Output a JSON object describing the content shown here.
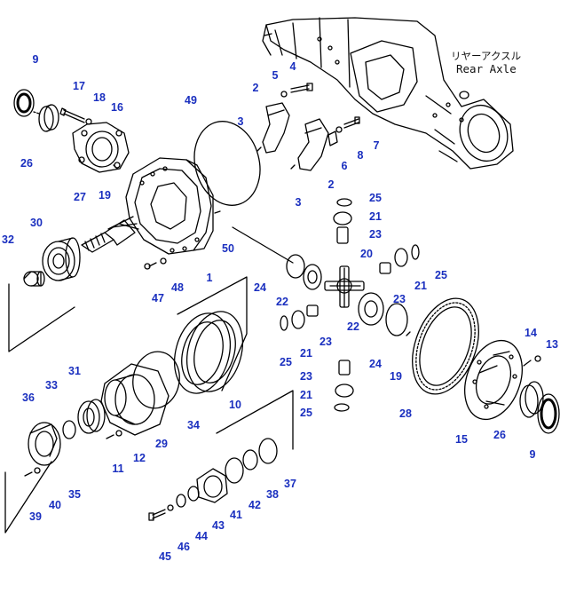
{
  "diagram": {
    "axle_label_jp": "リヤーアクスル",
    "axle_label_en": "Rear Axle",
    "ink_color": "#000000",
    "callout_color": "#1a2fbf",
    "callouts": [
      {
        "label": "9"
      },
      {
        "label": "26"
      },
      {
        "label": "17"
      },
      {
        "label": "18"
      },
      {
        "label": "16"
      },
      {
        "label": "19"
      },
      {
        "label": "27"
      },
      {
        "label": "30"
      },
      {
        "label": "32"
      },
      {
        "label": "49"
      },
      {
        "label": "3"
      },
      {
        "label": "2"
      },
      {
        "label": "5"
      },
      {
        "label": "4"
      },
      {
        "label": "7"
      },
      {
        "label": "8"
      },
      {
        "label": "6"
      },
      {
        "label": "2"
      },
      {
        "label": "3"
      },
      {
        "label": "25"
      },
      {
        "label": "21"
      },
      {
        "label": "23"
      },
      {
        "label": "50"
      },
      {
        "label": "1"
      },
      {
        "label": "48"
      },
      {
        "label": "47"
      },
      {
        "label": "24"
      },
      {
        "label": "20"
      },
      {
        "label": "22"
      },
      {
        "label": "23"
      },
      {
        "label": "21"
      },
      {
        "label": "25"
      },
      {
        "label": "21"
      },
      {
        "label": "23"
      },
      {
        "label": "22"
      },
      {
        "label": "25"
      },
      {
        "label": "24"
      },
      {
        "label": "19"
      },
      {
        "label": "23"
      },
      {
        "label": "21"
      },
      {
        "label": "25"
      },
      {
        "label": "14"
      },
      {
        "label": "13"
      },
      {
        "label": "10"
      },
      {
        "label": "28"
      },
      {
        "label": "26"
      },
      {
        "label": "15"
      },
      {
        "label": "9"
      },
      {
        "label": "36"
      },
      {
        "label": "33"
      },
      {
        "label": "31"
      },
      {
        "label": "34"
      },
      {
        "label": "29"
      },
      {
        "label": "12"
      },
      {
        "label": "11"
      },
      {
        "label": "35"
      },
      {
        "label": "40"
      },
      {
        "label": "39"
      },
      {
        "label": "37"
      },
      {
        "label": "38"
      },
      {
        "label": "42"
      },
      {
        "label": "41"
      },
      {
        "label": "43"
      },
      {
        "label": "44"
      },
      {
        "label": "46"
      },
      {
        "label": "45"
      }
    ]
  }
}
